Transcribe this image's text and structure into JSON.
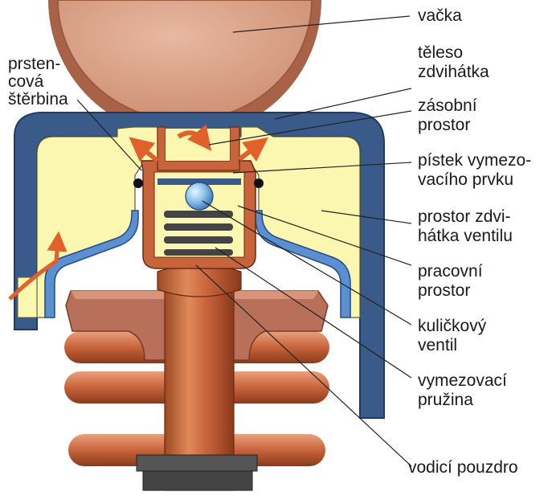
{
  "labels": {
    "vacka": "vačka",
    "teleso_1": "těleso",
    "teleso_2": "zdvihátka",
    "zasobni_1": "zásobní",
    "zasobni_2": "prostor",
    "pistek_1": "pístek vymezo-",
    "pistek_2": "vacího prvku",
    "prostor_1": "prostor zdvi-",
    "prostor_2": "hátka ventilu",
    "pracovni_1": "pracovní",
    "pracovni_2": "prostor",
    "kulickovy_1": "kuličkový",
    "kulickovy_2": "ventil",
    "vymezovaci_1": "vymezovací",
    "vymezovaci_2": "pružina",
    "vodici": "vodicí pouzdro",
    "prsten_1": "prsten-",
    "prsten_2": "cová",
    "prsten_3": "štěrbina"
  },
  "colors": {
    "cam_fill": "#cf9a82",
    "cam_stroke": "#9c5a3c",
    "body_blue": "#3a5a8a",
    "oil_yellow": "#fbf6b0",
    "inner_blue": "#5b8fcf",
    "copper": "#c8643c",
    "copper_light": "#e08a5a",
    "copper_dark": "#8a3a1c",
    "ball": "#8ec3ec",
    "arrow": "#e0622a"
  }
}
